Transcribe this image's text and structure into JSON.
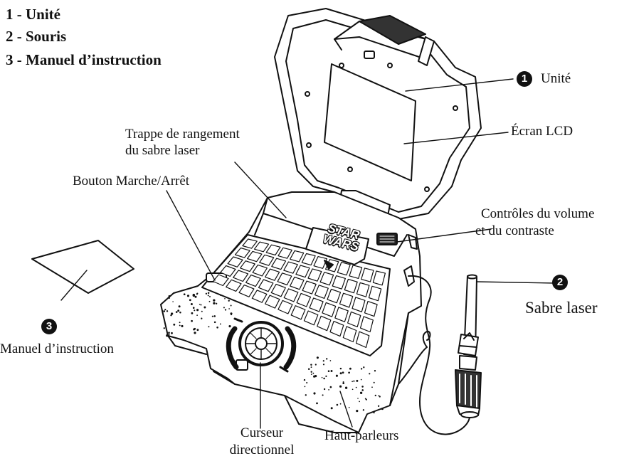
{
  "contents_list": [
    "1 - Unité",
    "2 - Souris",
    "3 - Manuel d’instruction"
  ],
  "callouts": {
    "unit_number": "1",
    "unit": "Unité",
    "mouse_number": "2",
    "mouse": "Sabre laser",
    "manual_number": "3",
    "manual": "Manuel d’instruction"
  },
  "labels": {
    "lcd_screen": "Écran LCD",
    "storage_line1": "Trappe de rangement",
    "storage_line2": "du sabre laser",
    "power_button": "Bouton Marche/Arrêt",
    "controls_line1": "Contrôles du volume",
    "controls_line2": "et du contraste",
    "cursor_line1": "Curseur",
    "cursor_line2": "directionnel",
    "speakers": "Haut-parleurs"
  },
  "logo": {
    "line1": "STAR",
    "line2": "WARS"
  }
}
